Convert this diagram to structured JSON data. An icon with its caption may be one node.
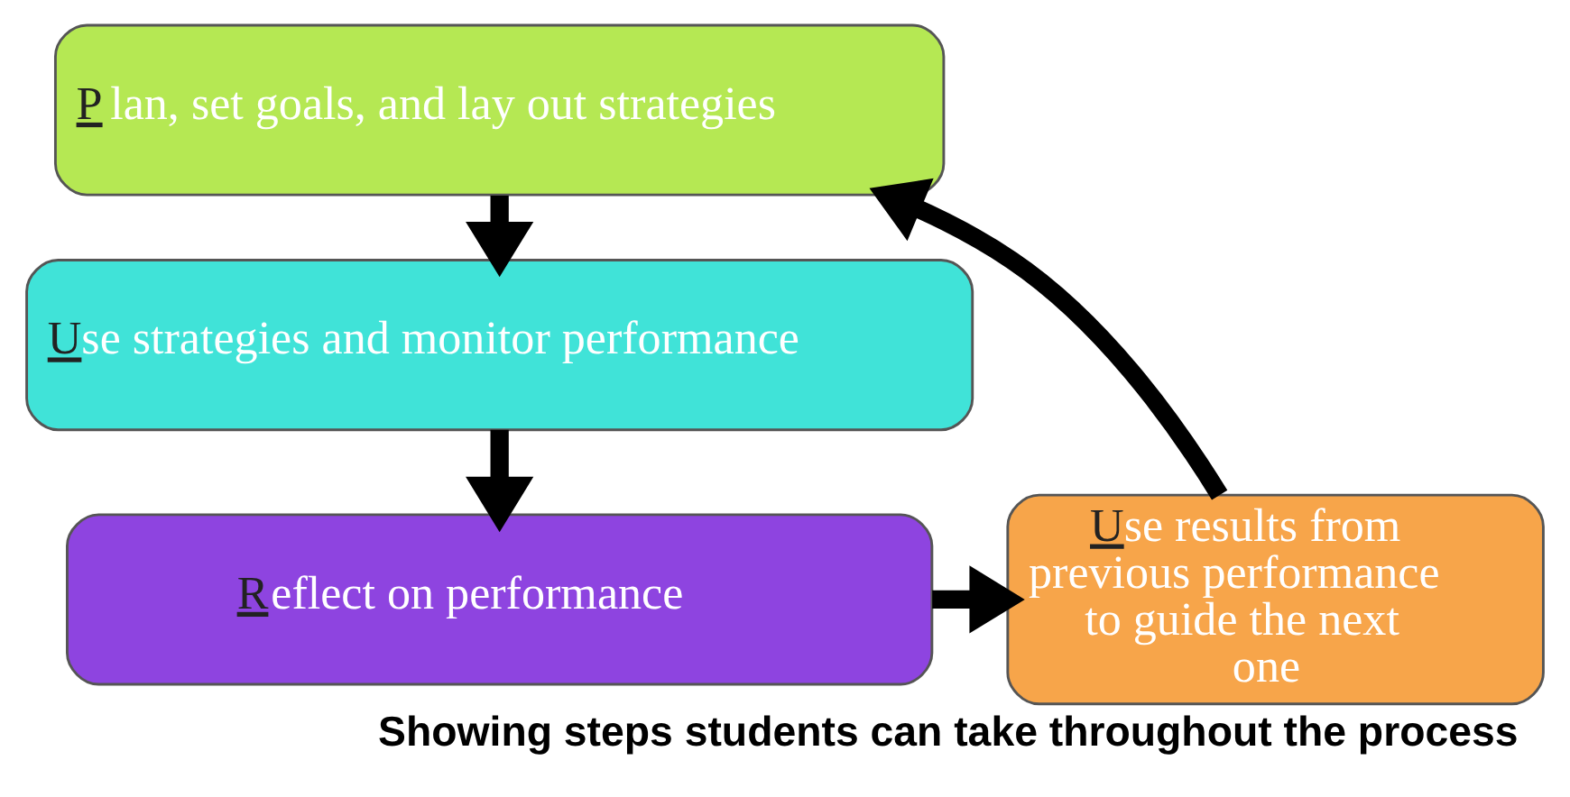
{
  "diagram": {
    "caption": "Showing steps students can take throughout the process",
    "nodes": [
      {
        "text": [
          "Plan, set goals, and lay out strategies"
        ]
      },
      {
        "text": [
          "Use strategies and monitor performance"
        ]
      },
      {
        "text": [
          "Reflect on performance"
        ]
      },
      {
        "text": [
          "Use results from previous performance to guide the next one"
        ]
      }
    ],
    "edges": [
      {
        "from": 0,
        "to": 1,
        "arrow": "to"
      },
      {
        "from": 1,
        "to": 2,
        "arrow": "to"
      },
      {
        "from": 2,
        "to": 3,
        "arrow": "to"
      },
      {
        "from": 3,
        "to": 0,
        "arrow": "to"
      }
    ]
  }
}
